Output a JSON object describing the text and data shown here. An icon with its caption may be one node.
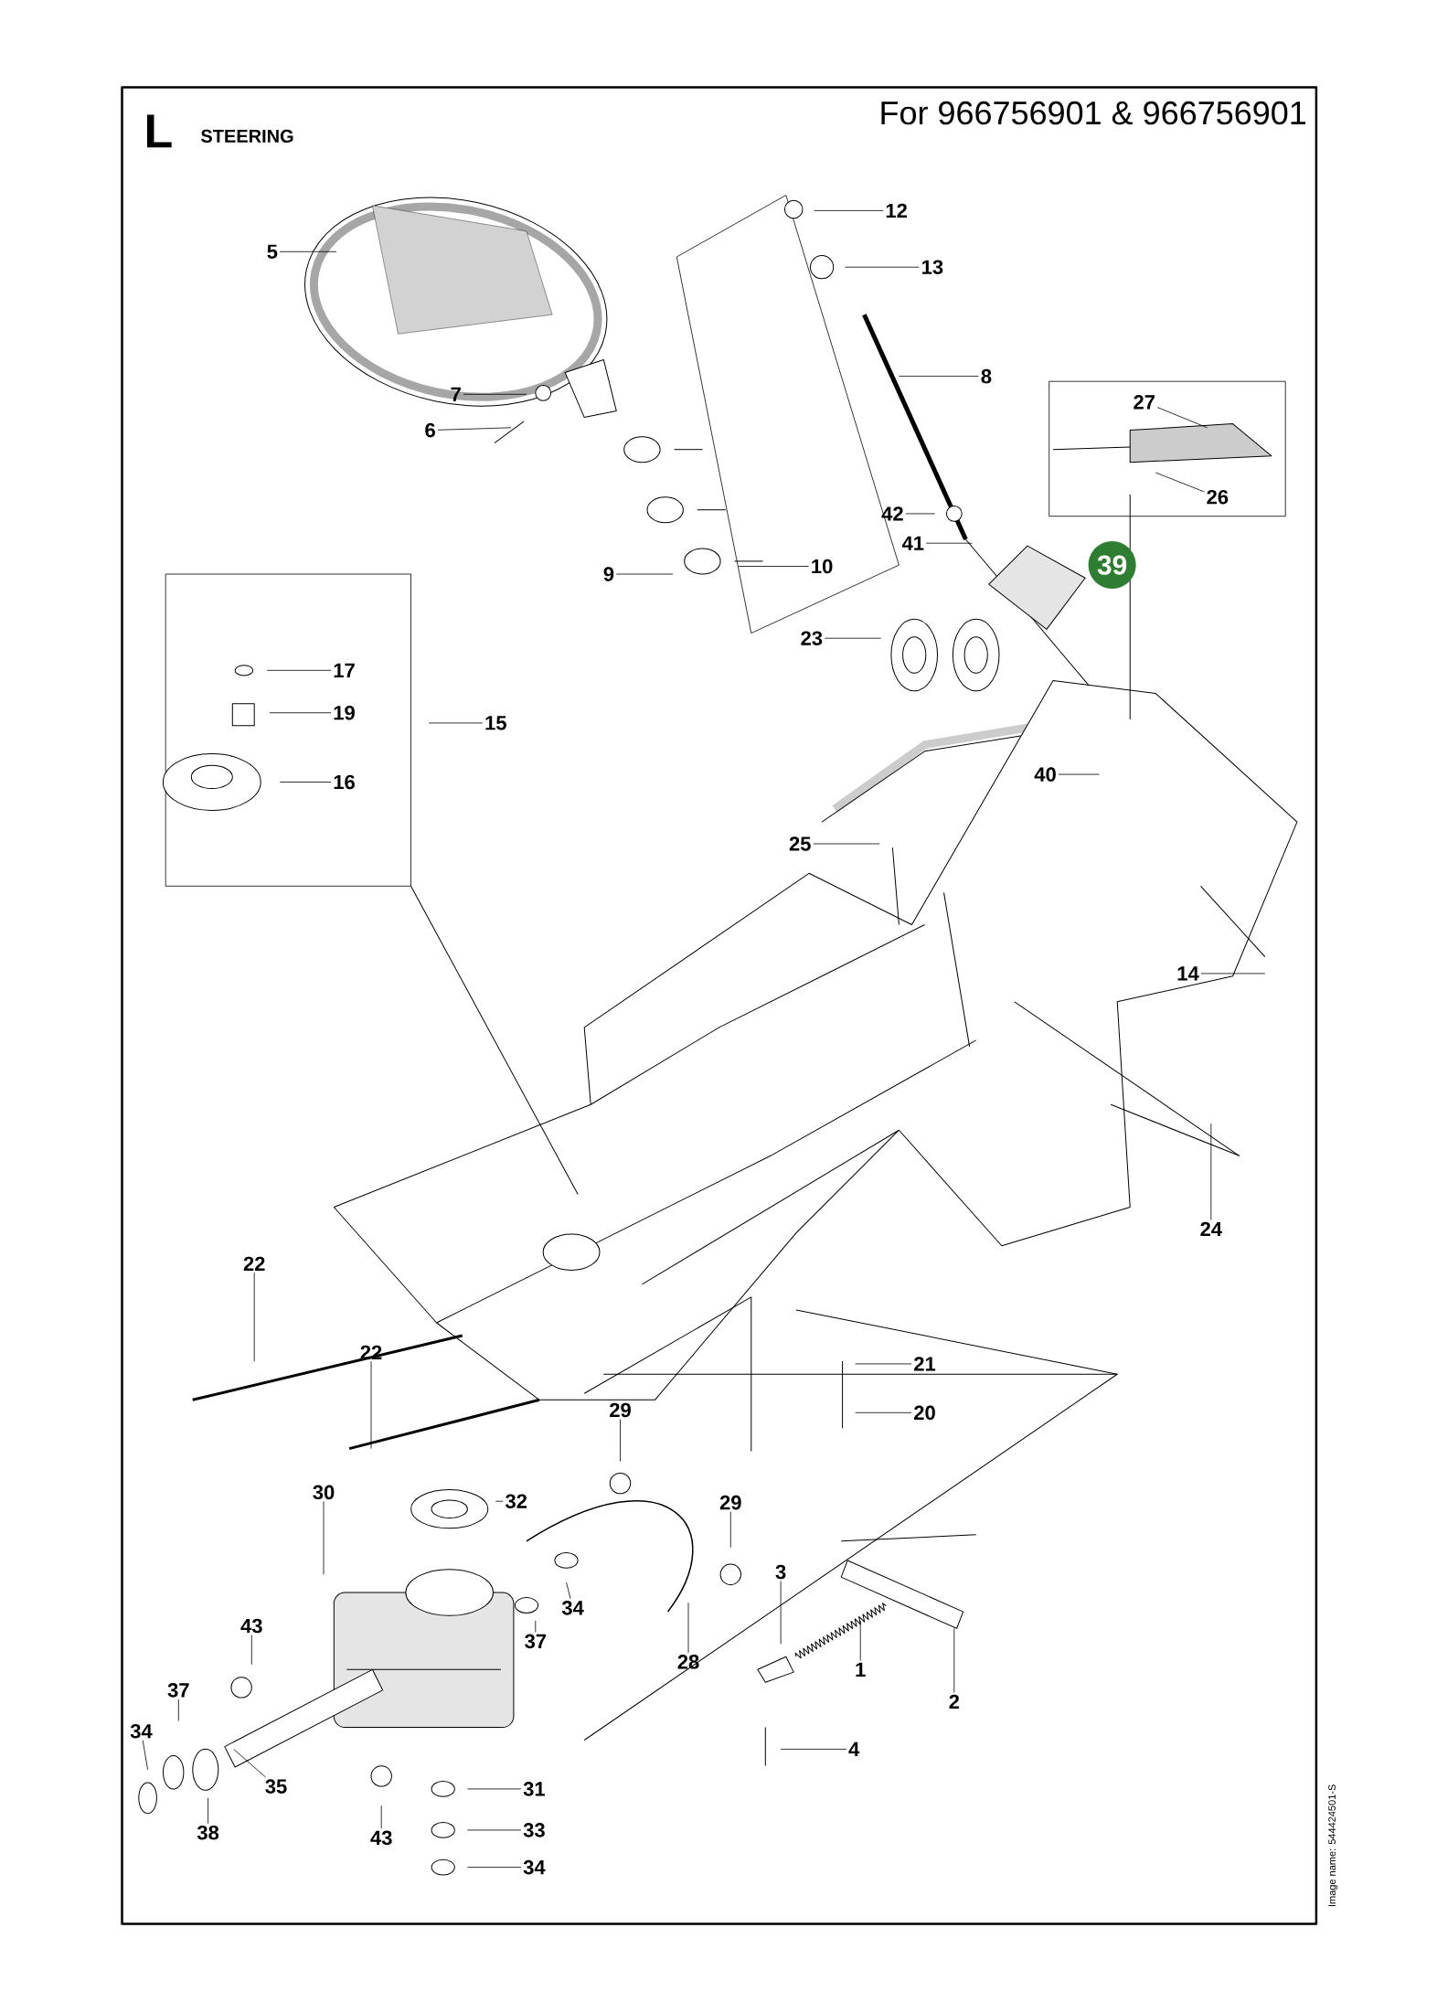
{
  "diagram": {
    "nodes": [
      {
        "text": [
          "5"
        ]
      },
      {
        "text": [
          "12"
        ]
      },
      {
        "text": [
          "13"
        ]
      },
      {
        "text": [
          "8"
        ]
      },
      {
        "text": [
          "7"
        ]
      },
      {
        "text": [
          "27"
        ]
      },
      {
        "text": [
          "6"
        ]
      },
      {
        "text": [
          "26"
        ]
      },
      {
        "text": [
          "42"
        ]
      },
      {
        "text": [
          "41"
        ]
      },
      {
        "text": [
          "39"
        ]
      },
      {
        "text": [
          "10"
        ]
      },
      {
        "text": [
          "9"
        ]
      },
      {
        "text": [
          "23"
        ]
      },
      {
        "text": [
          "17"
        ]
      },
      {
        "text": [
          "19"
        ]
      },
      {
        "text": [
          "15"
        ]
      },
      {
        "text": [
          "16"
        ]
      },
      {
        "text": [
          "40"
        ]
      },
      {
        "text": [
          "25"
        ]
      },
      {
        "text": [
          "14"
        ]
      },
      {
        "text": [
          "24"
        ]
      },
      {
        "text": [
          "22"
        ]
      },
      {
        "text": [
          "22"
        ]
      },
      {
        "text": [
          "21"
        ]
      },
      {
        "text": [
          "29"
        ]
      },
      {
        "text": [
          "20"
        ]
      },
      {
        "text": [
          "30"
        ]
      },
      {
        "text": [
          "32"
        ]
      },
      {
        "text": [
          "29"
        ]
      },
      {
        "text": [
          "3"
        ]
      },
      {
        "text": [
          "34"
        ]
      },
      {
        "text": [
          "43"
        ]
      },
      {
        "text": [
          "37"
        ]
      },
      {
        "text": [
          "28"
        ]
      },
      {
        "text": [
          "1"
        ]
      },
      {
        "text": [
          "37"
        ]
      },
      {
        "text": [
          "2"
        ]
      },
      {
        "text": [
          "34"
        ]
      },
      {
        "text": [
          "4"
        ]
      },
      {
        "text": [
          "35"
        ]
      },
      {
        "text": [
          "31"
        ]
      },
      {
        "text": [
          "38"
        ]
      },
      {
        "text": [
          "33"
        ]
      },
      {
        "text": [
          "43"
        ]
      },
      {
        "text": [
          "34"
        ]
      }
    ],
    "edges": [
      {
        "from": 0,
        "to": null,
        "arrow": "none"
      },
      {
        "from": 1,
        "to": null,
        "arrow": "none"
      },
      {
        "from": 2,
        "to": null,
        "arrow": "none"
      },
      {
        "from": 3,
        "to": null,
        "arrow": "none"
      },
      {
        "from": 4,
        "to": null,
        "arrow": "none"
      },
      {
        "from": 5,
        "to": null,
        "arrow": "none"
      },
      {
        "from": 6,
        "to": null,
        "arrow": "none"
      },
      {
        "from": 7,
        "to": null,
        "arrow": "none"
      },
      {
        "from": 8,
        "to": null,
        "arrow": "none"
      },
      {
        "from": 9,
        "to": null,
        "arrow": "none"
      },
      {
        "from": 11,
        "to": null,
        "arrow": "none"
      },
      {
        "from": 12,
        "to": null,
        "arrow": "none"
      },
      {
        "from": 13,
        "to": null,
        "arrow": "none"
      },
      {
        "from": 14,
        "to": null,
        "arrow": "none"
      },
      {
        "from": 15,
        "to": null,
        "arrow": "none"
      },
      {
        "from": 16,
        "to": null,
        "arrow": "none"
      },
      {
        "from": 17,
        "to": null,
        "arrow": "none"
      },
      {
        "from": 18,
        "to": null,
        "arrow": "none"
      },
      {
        "from": 19,
        "to": null,
        "arrow": "none"
      },
      {
        "from": 20,
        "to": null,
        "arrow": "none"
      },
      {
        "from": 21,
        "to": null,
        "arrow": "none"
      },
      {
        "from": 22,
        "to": null,
        "arrow": "none"
      },
      {
        "from": 23,
        "to": null,
        "arrow": "none"
      },
      {
        "from": 24,
        "to": null,
        "arrow": "none"
      },
      {
        "from": 25,
        "to": null,
        "arrow": "none"
      },
      {
        "from": 26,
        "to": null,
        "arrow": "none"
      },
      {
        "from": 27,
        "to": null,
        "arrow": "none"
      },
      {
        "from": 28,
        "to": null,
        "arrow": "none"
      },
      {
        "from": 29,
        "to": null,
        "arrow": "none"
      },
      {
        "from": 30,
        "to": null,
        "arrow": "none"
      },
      {
        "from": 31,
        "to": null,
        "arrow": "none"
      },
      {
        "from": 32,
        "to": null,
        "arrow": "none"
      },
      {
        "from": 33,
        "to": null,
        "arrow": "none"
      },
      {
        "from": 34,
        "to": null,
        "arrow": "none"
      },
      {
        "from": 35,
        "to": null,
        "arrow": "none"
      },
      {
        "from": 36,
        "to": null,
        "arrow": "none"
      },
      {
        "from": 37,
        "to": null,
        "arrow": "none"
      },
      {
        "from": 38,
        "to": null,
        "arrow": "none"
      },
      {
        "from": 39,
        "to": null,
        "arrow": "none"
      },
      {
        "from": 40,
        "to": null,
        "arrow": "none"
      },
      {
        "from": 41,
        "to": null,
        "arrow": "none"
      },
      {
        "from": 42,
        "to": null,
        "arrow": "none"
      },
      {
        "from": 43,
        "to": null,
        "arrow": "none"
      },
      {
        "from": 44,
        "to": null,
        "arrow": "none"
      },
      {
        "from": 45,
        "to": null,
        "arrow": "none"
      }
    ],
    "labels": [
      "L",
      "STEERING",
      "For 966756901 & 966756901",
      "Image name: 544424501-S"
    ]
  }
}
